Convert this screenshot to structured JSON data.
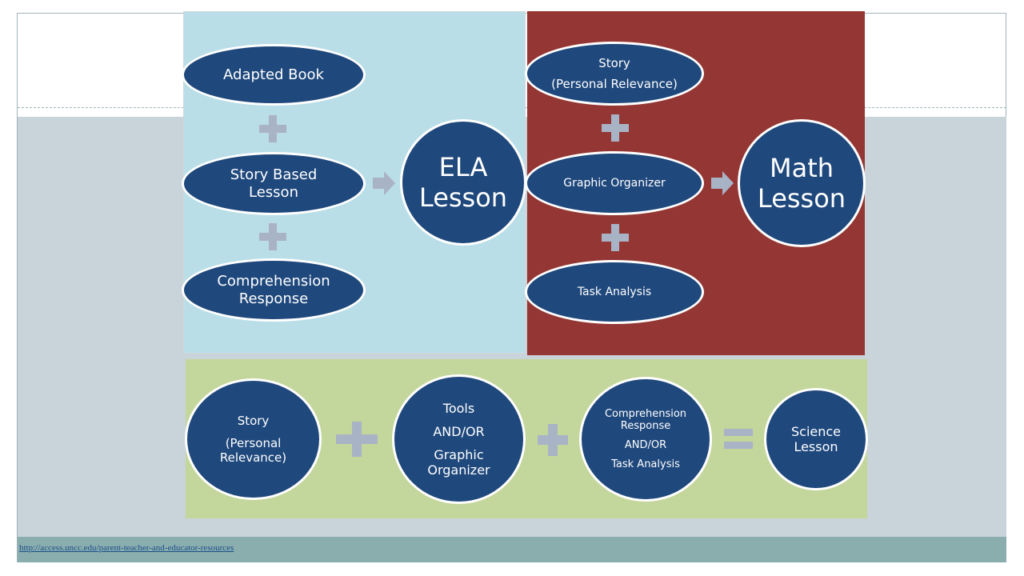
{
  "footer": {
    "link_text": "http://access.uncc.edu/parent-teacher-and-educator-resources"
  },
  "ela": {
    "inputs": [
      {
        "lines": [
          "Adapted Book"
        ]
      },
      {
        "lines": [
          "Story Based",
          "Lesson"
        ]
      },
      {
        "lines": [
          "Comprehension",
          "Response"
        ]
      }
    ],
    "result": {
      "lines": [
        "ELA",
        "Lesson"
      ]
    }
  },
  "math": {
    "inputs": [
      {
        "lines": [
          "Story",
          "(Personal Relevance)"
        ]
      },
      {
        "lines": [
          "Graphic Organizer"
        ]
      },
      {
        "lines": [
          "Task Analysis"
        ]
      }
    ],
    "result": {
      "lines": [
        "Math",
        "Lesson"
      ]
    }
  },
  "science": {
    "inputs": [
      {
        "lines": [
          "Story",
          "(Personal",
          "Relevance)"
        ]
      },
      {
        "lines": [
          "Tools",
          "AND/OR",
          "Graphic",
          "Organizer"
        ]
      },
      {
        "lines": [
          "Comprehension",
          "Response",
          "AND/OR",
          "Task Analysis"
        ]
      }
    ],
    "result": {
      "lines": [
        "Science",
        "Lesson"
      ]
    }
  },
  "colors": {
    "node_fill": "#1f487c",
    "ela_panel": "#b9dee8",
    "math_panel": "#943634",
    "science_panel": "#c3d69b",
    "operator": "#a9b3c6"
  },
  "icons": [
    "plus-icon",
    "arrow-right-icon",
    "equals-icon"
  ]
}
